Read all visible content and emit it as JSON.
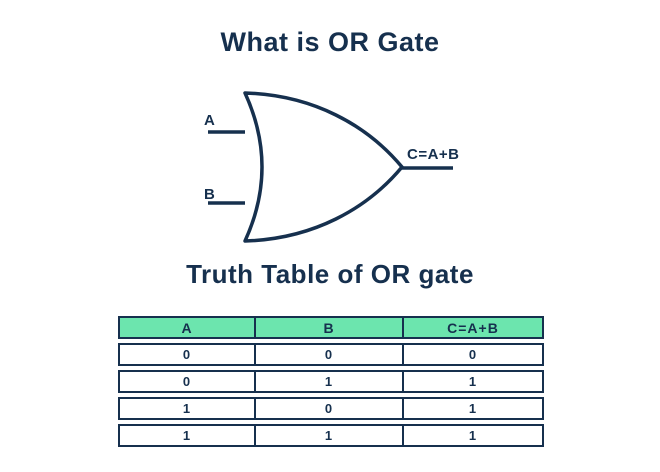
{
  "page": {
    "title": "What is OR Gate",
    "subtitle": "Truth Table of OR gate"
  },
  "gate": {
    "input_a_label": "A",
    "input_b_label": "B",
    "output_label": "C=A+B"
  },
  "truth_table": {
    "headers": [
      "A",
      "B",
      "C=A+B"
    ],
    "rows": [
      [
        "0",
        "0",
        "0"
      ],
      [
        "0",
        "1",
        "1"
      ],
      [
        "1",
        "0",
        "1"
      ],
      [
        "1",
        "1",
        "1"
      ]
    ]
  },
  "colors": {
    "navy": "#16304e",
    "mint": "#6ce5ae",
    "background": "#ffffff"
  }
}
